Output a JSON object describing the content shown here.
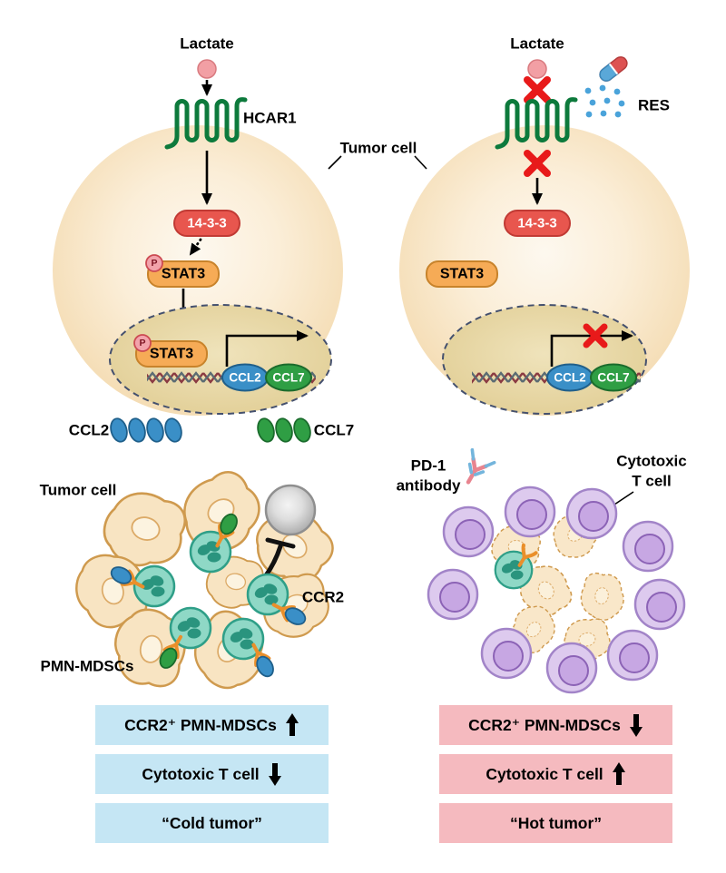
{
  "pathway_left": {
    "lactate": "Lactate",
    "receptor": "HCAR1",
    "tumor_cell": "Tumor cell",
    "adaptor": "14-3-3",
    "stat3": "STAT3",
    "phospho": "P",
    "ccl2": "CCL2",
    "ccl7": "CCL7"
  },
  "pathway_right": {
    "lactate": "Lactate",
    "drug": "RES",
    "adaptor": "14-3-3",
    "stat3": "STAT3",
    "ccl2": "CCL2",
    "ccl7": "CCL7"
  },
  "ligand_legend": {
    "ccl2": "CCL2",
    "ccl7": "CCL7"
  },
  "cold_panel": {
    "tumor_cell": "Tumor cell",
    "pmn_mdscs": "PMN-MDSCs",
    "ccr2": "CCR2"
  },
  "hot_panel": {
    "pd1_line1": "PD-1",
    "pd1_line2": "antibody",
    "tcell_line1": "Cytotoxic",
    "tcell_line2": "T cell"
  },
  "summary_left": {
    "rows": [
      {
        "label": "CCR2⁺ PMN-MDSCs",
        "arrow": "up"
      },
      {
        "label": "Cytotoxic T cell",
        "arrow": "down"
      },
      {
        "label": "“Cold tumor”",
        "arrow": "none"
      }
    ]
  },
  "summary_right": {
    "rows": [
      {
        "label": "CCR2⁺ PMN-MDSCs",
        "arrow": "down"
      },
      {
        "label": "Cytotoxic T cell",
        "arrow": "up"
      },
      {
        "label": "“Hot tumor”",
        "arrow": "none"
      }
    ]
  },
  "icons": {
    "blocked": "red-x",
    "inhibition": "t-bar",
    "res_drug": "capsule-with-dots",
    "pd1": "y-antibody",
    "hcar1": "serpentine-receptor"
  },
  "colors": {
    "tumor_fill": "#f6e2bd",
    "nucleus_fill": "#e8d6a0",
    "receptor_green": "#0d7a3c",
    "lactate_pink": "#f29fa4",
    "adaptor_red": "#e8564e",
    "stat3_orange": "#f6ab56",
    "ccl2_blue": "#3a8fc7",
    "ccl7_green": "#2f9e44",
    "mdsc_teal": "#8fd8c6",
    "tcell_purple": "#ddcaee",
    "suppressed_gray": "#bdbdbd",
    "block_red": "#e81a1a",
    "ccr2_orange": "#ea8f2a",
    "cold_box_bg": "#c5e6f4",
    "hot_box_bg": "#f5babf"
  }
}
